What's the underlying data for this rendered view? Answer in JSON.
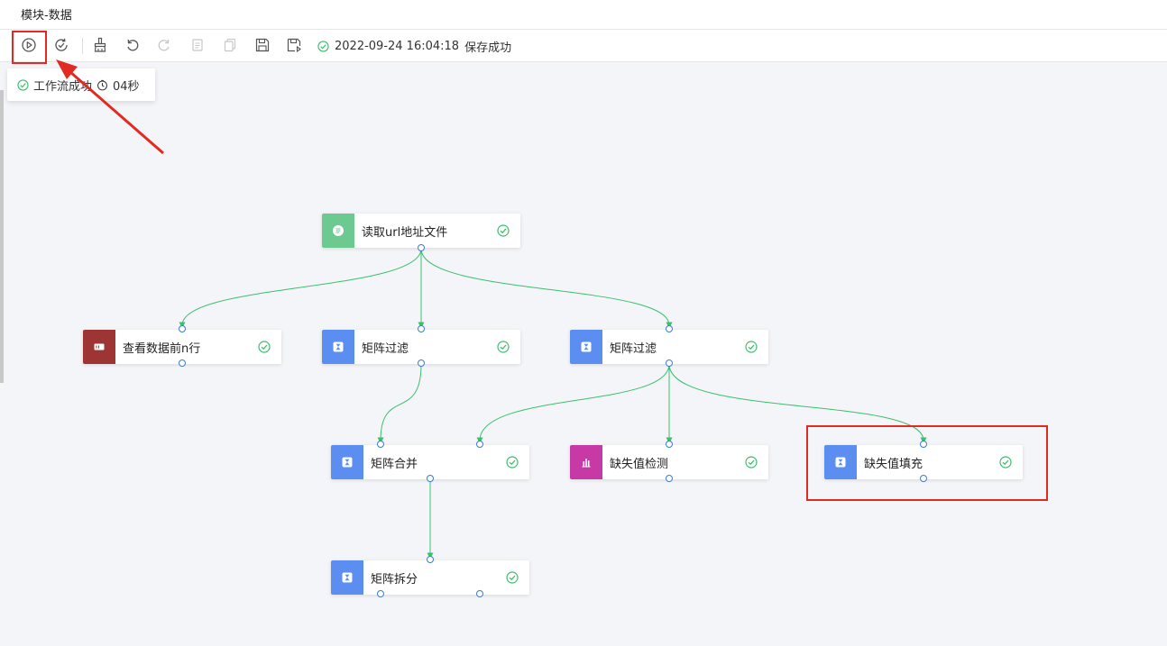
{
  "window": {
    "title": "模块-数据"
  },
  "toolbar": {
    "status_time": "2022-09-24 16:04:18",
    "status_text": "保存成功"
  },
  "run_result": {
    "text": "工作流成功",
    "duration": "04秒"
  },
  "nodes": [
    {
      "id": "read-url-file",
      "label": "读取url地址文件",
      "icon": "file-icon",
      "color": "#6cc98f",
      "status": "success"
    },
    {
      "id": "view-head-rows",
      "label": "查看数据前n行",
      "icon": "table-view-icon",
      "color": "#9e3535",
      "status": "success"
    },
    {
      "id": "matrix-filter-1",
      "label": "矩阵过滤",
      "icon": "hourglass-icon",
      "color": "#5b8ef0",
      "status": "success"
    },
    {
      "id": "matrix-filter-2",
      "label": "矩阵过滤",
      "icon": "hourglass-icon",
      "color": "#5b8ef0",
      "status": "success"
    },
    {
      "id": "matrix-merge",
      "label": "矩阵合并",
      "icon": "hourglass-icon",
      "color": "#5b8ef0",
      "status": "success"
    },
    {
      "id": "missing-detect",
      "label": "缺失值检测",
      "icon": "bar-chart-icon",
      "color": "#c73aa6",
      "status": "success"
    },
    {
      "id": "missing-fill",
      "label": "缺失值填充",
      "icon": "hourglass-icon",
      "color": "#5b8ef0",
      "status": "success"
    },
    {
      "id": "matrix-split",
      "label": "矩阵拆分",
      "icon": "hourglass-icon",
      "color": "#5b8ef0",
      "status": "success"
    }
  ],
  "colors": {
    "edge": "#3cbf6d",
    "success": "#3cbf6d",
    "port": "#3a7bd5",
    "highlight": "#e22a22"
  }
}
